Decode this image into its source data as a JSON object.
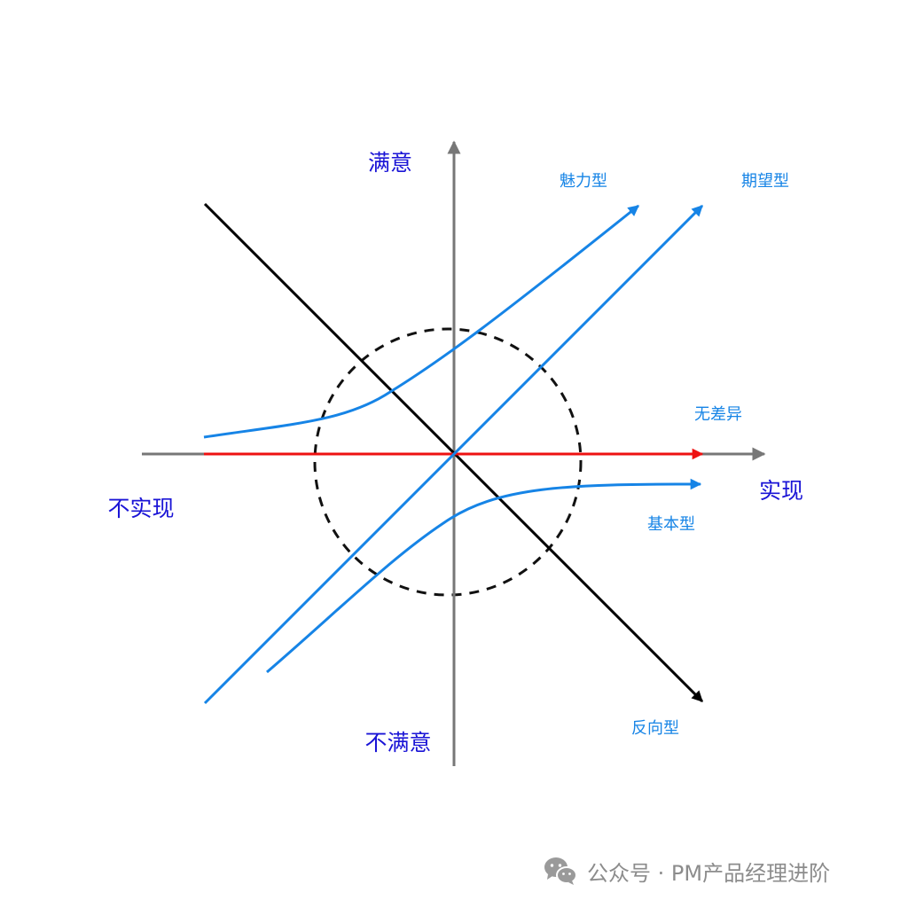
{
  "axes": {
    "y_positive": "满意",
    "y_negative": "不满意",
    "x_positive": "实现",
    "x_negative": "不实现"
  },
  "curves": {
    "attractive": "魅力型",
    "performance": "期望型",
    "indifferent": "无差异",
    "must_be": "基本型",
    "reverse": "反向型"
  },
  "colors": {
    "axis": "#777777",
    "axis_label": "#1a14d6",
    "curve_blue": "#1684e6",
    "indifferent_red": "#ee1111",
    "reverse_black": "#000000",
    "watermark": "#8c8c8c"
  },
  "watermark": {
    "icon": "wechat-icon",
    "text": "公众号 · PM产品经理进阶"
  }
}
